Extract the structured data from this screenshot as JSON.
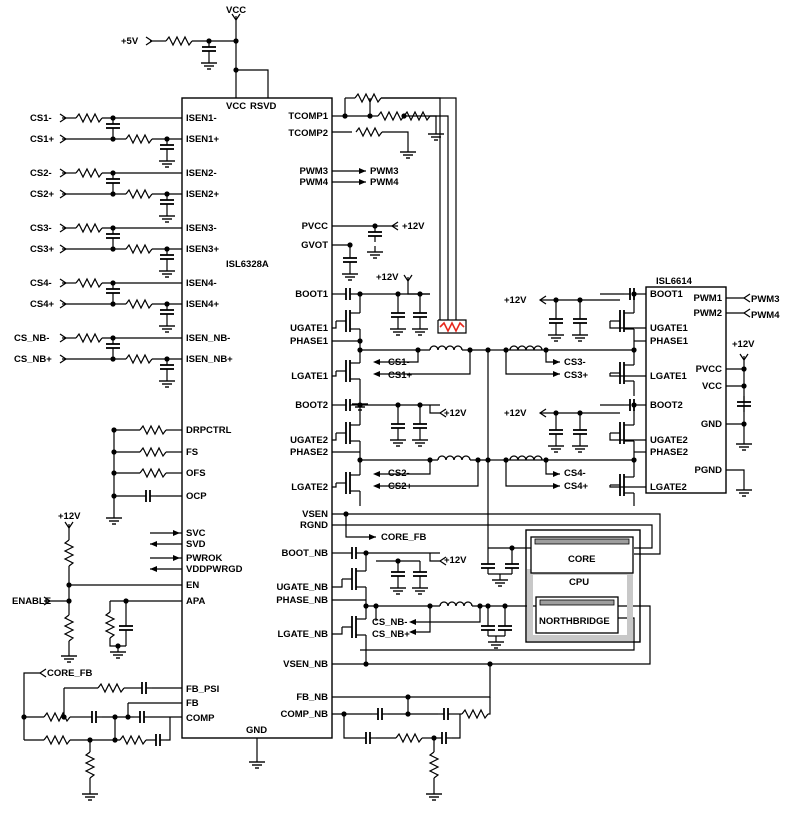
{
  "ic_main": {
    "name": "ISL6328A",
    "top_pins": [
      "VCC",
      "RSVD"
    ],
    "bottom_pin": "GND",
    "left_pins": [
      "ISEN1-",
      "ISEN1+",
      "ISEN2-",
      "ISEN2+",
      "ISEN3-",
      "ISEN3+",
      "ISEN4-",
      "ISEN4+",
      "ISEN_NB-",
      "ISEN_NB+",
      "DRPCTRL",
      "FS",
      "OFS",
      "OCP",
      "SVC",
      "SVD",
      "PWROK",
      "VDDPWRGD",
      "EN",
      "APA",
      "FB_PSI",
      "FB",
      "COMP"
    ],
    "right_pins": [
      "TCOMP1",
      "TCOMP2",
      "PWM3",
      "PWM4",
      "PVCC",
      "GVOT",
      "BOOT1",
      "UGATE1",
      "PHASE1",
      "LGATE1",
      "BOOT2",
      "UGATE2",
      "PHASE2",
      "LGATE2",
      "VSEN",
      "RGND",
      "BOOT_NB",
      "UGATE_NB",
      "PHASE_NB",
      "LGATE_NB",
      "VSEN_NB",
      "FB_NB",
      "COMP_NB"
    ]
  },
  "ic_driver": {
    "name": "ISL6614",
    "left_pins": [
      "BOOT1",
      "UGATE1",
      "PHASE1",
      "LGATE1",
      "BOOT2",
      "UGATE2",
      "PHASE2",
      "LGATE2"
    ],
    "right_pins": [
      "PWM1",
      "PWM2",
      "PVCC",
      "VCC",
      "GND",
      "PGND"
    ]
  },
  "nets": {
    "vcc": "VCC",
    "plus5v": "+5V",
    "plus12v": "+12V",
    "enable": "ENABLE",
    "core_fb": "CORE_FB",
    "pwm1": "PWM1",
    "pwm2": "PWM2",
    "pwm3": "PWM3",
    "pwm4": "PWM4",
    "cs_inputs": [
      "CS1-",
      "CS1+",
      "CS2-",
      "CS2+",
      "CS3-",
      "CS3+",
      "CS4-",
      "CS4+",
      "CS_NB-",
      "CS_NB+"
    ],
    "cs_outputs": {
      "cs1_minus": "CS1-",
      "cs1_plus": "CS1+",
      "cs2_minus": "CS2-",
      "cs2_plus": "CS2+",
      "cs3_minus": "CS3-",
      "cs3_plus": "CS3+",
      "cs4_minus": "CS4-",
      "cs4_plus": "CS4+",
      "csnb_minus": "CS_NB-",
      "csnb_plus": "CS_NB+"
    }
  },
  "cpu": {
    "core": "CORE",
    "label": "CPU",
    "northbridge": "NORTHBRIDGE"
  },
  "colors": {
    "wire": "#000000",
    "thermistor": "#e8281e",
    "cpu_outline": "#bdbdbd"
  }
}
